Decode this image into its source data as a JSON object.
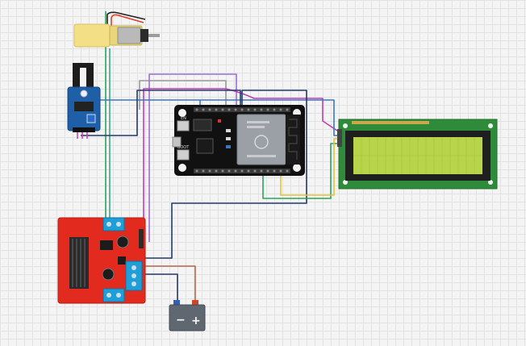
{
  "esp32": {
    "btn_en": "EN",
    "btn_boot": "BOOT"
  },
  "battery": {
    "minus": "−",
    "plus": "+"
  },
  "colors": {
    "board_bg": "#111111",
    "module_silver": "#9aa0a6",
    "lcd_pcb": "#2e8b3a",
    "lcd_screen": "#b7d44a",
    "driver_red": "#e32a1f",
    "terminal_blue": "#1f9fd8",
    "sensor_blue": "#1f5fa8",
    "motor_yellow": "#f3df86",
    "battery_gray": "#5f6770",
    "wire_green": "#2aa55a",
    "wire_navy": "#223a6e",
    "wire_blue": "#3a78c4",
    "wire_purple": "#9a6fd0",
    "wire_magenta": "#c13cb0",
    "wire_gray": "#9a9a9a",
    "wire_red": "#d9412b",
    "wire_yellow": "#e7c23a",
    "wire_teal": "#3aa591"
  },
  "components": [
    "dc-gear-motor",
    "speed-sensor-module",
    "esp32-devkit-board",
    "lcd-16x2-display",
    "l298n-motor-driver",
    "battery-pack"
  ]
}
